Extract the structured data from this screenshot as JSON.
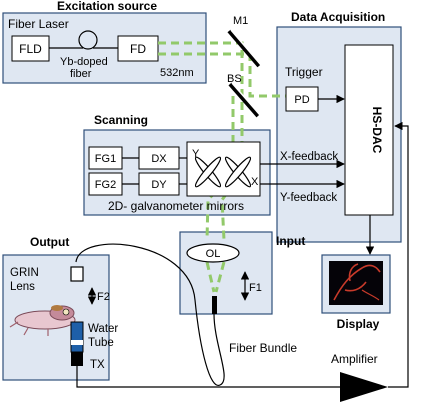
{
  "labels": {
    "excitation_source": "Excitation source",
    "fiber_laser": "Fiber Laser",
    "fld": "FLD",
    "fd": "FD",
    "yb_fiber_line1": "Yb-doped",
    "yb_fiber_line2": "fiber",
    "wavelength": "532nm",
    "m1": "M1",
    "bs": "BS",
    "data_acquisition": "Data Acquisition",
    "trigger": "Trigger",
    "pd": "PD",
    "hs_dac": "HS-DAC",
    "scanning": "Scanning",
    "fg1": "FG1",
    "fg2": "FG2",
    "dx": "DX",
    "dy": "DY",
    "mirror_y": "Y",
    "mirror_x": "X",
    "x_feedback": "X-feedback",
    "y_feedback": "Y-feedback",
    "galvo_caption": "2D- galvanometer mirrors",
    "output": "Output",
    "input": "Input",
    "ol": "OL",
    "f1": "F1",
    "f2": "F2",
    "grin_line1": "GRIN",
    "grin_line2": "Lens",
    "water_line1": "Water",
    "water_line2": "Tube",
    "tx": "TX",
    "fiber_bundle": "Fiber Bundle",
    "display": "Display",
    "amplifier": "Amplifier"
  },
  "colors": {
    "panel_fill": "#dfe7f2",
    "panel_border": "#2f4f7a",
    "laser_path": "#92c96a",
    "water_tube": "#1e5fa8"
  }
}
